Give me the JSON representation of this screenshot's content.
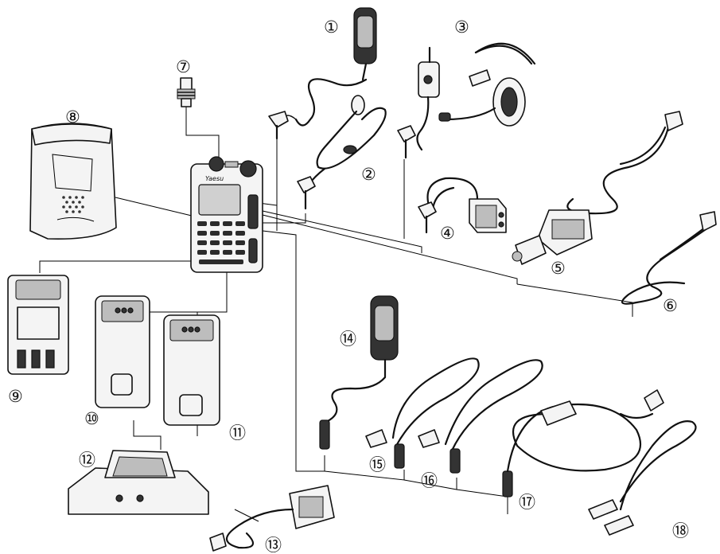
{
  "callouts": [
    {
      "id": "1",
      "text": "①"
    },
    {
      "id": "2",
      "text": "②"
    },
    {
      "id": "3",
      "text": "③"
    },
    {
      "id": "4",
      "text": "④"
    },
    {
      "id": "5",
      "text": "⑤"
    },
    {
      "id": "6",
      "text": "⑥"
    },
    {
      "id": "7",
      "text": "⑦"
    },
    {
      "id": "8",
      "text": "⑧"
    },
    {
      "id": "9",
      "text": "⑨"
    },
    {
      "id": "10",
      "text": "⑩"
    },
    {
      "id": "11",
      "text": "⑪"
    },
    {
      "id": "12",
      "text": "⑫"
    },
    {
      "id": "13",
      "text": "⑬"
    },
    {
      "id": "14",
      "text": "⑭"
    },
    {
      "id": "15",
      "text": "⑮"
    },
    {
      "id": "16",
      "text": "⑯"
    },
    {
      "id": "17",
      "text": "⑰"
    },
    {
      "id": "18",
      "text": "⑱"
    }
  ],
  "radio_brand": "Yaesu"
}
